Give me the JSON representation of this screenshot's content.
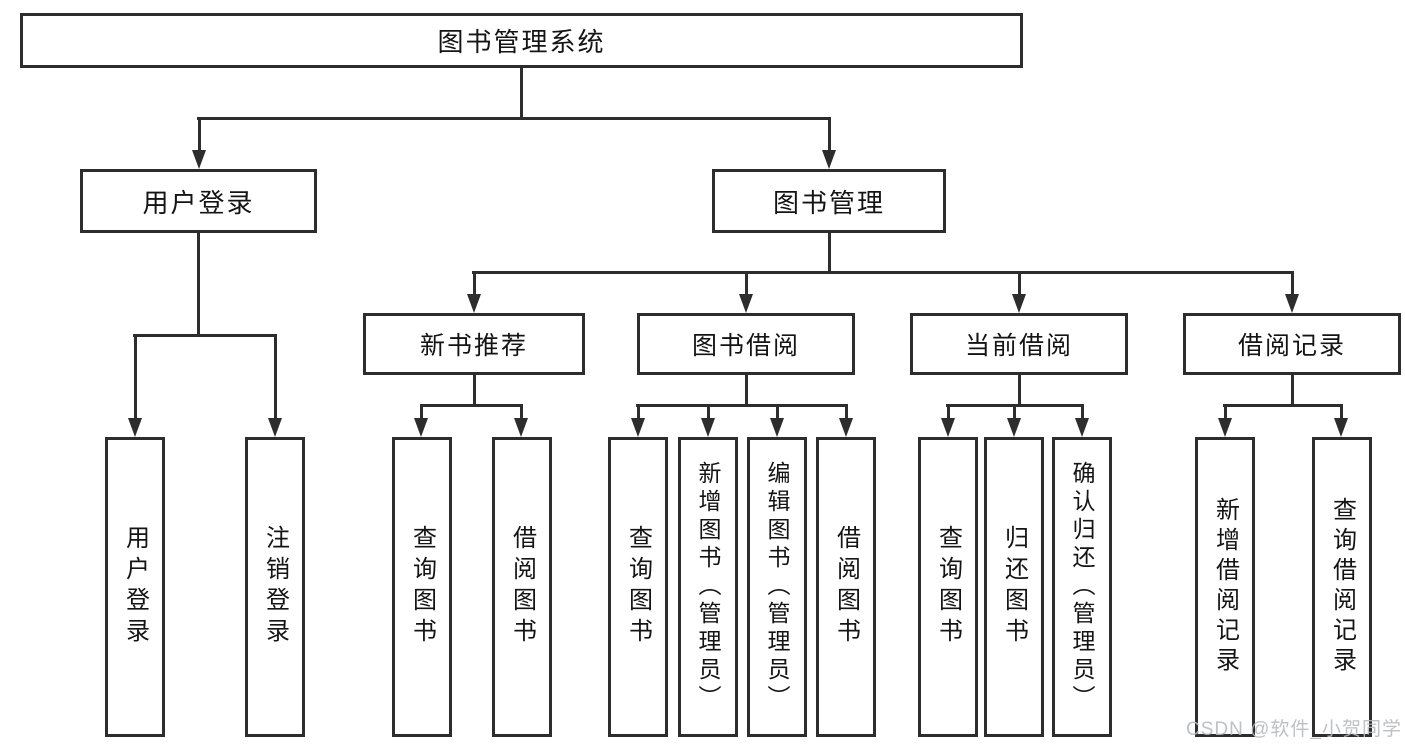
{
  "diagram": {
    "root": {
      "label": "图书管理系统"
    },
    "level2": [
      {
        "label": "用户登录"
      },
      {
        "label": "图书管理"
      }
    ],
    "level3": [
      {
        "label": "新书推荐"
      },
      {
        "label": "图书借阅"
      },
      {
        "label": "当前借阅"
      },
      {
        "label": "借阅记录"
      }
    ],
    "leaves": {
      "login": [
        "用户登录",
        "注销登录"
      ],
      "newbook": [
        "查询图书",
        "借阅图书"
      ],
      "borrow": [
        "查询图书",
        "新增图书（管理员）",
        "编辑图书（管理员）",
        "借阅图书"
      ],
      "current": [
        "查询图书",
        "归还图书",
        "确认归还（管理员）"
      ],
      "records": [
        "新增借阅记录",
        "查询借阅记录"
      ]
    }
  },
  "watermark": {
    "text": "CSDN @软件_小贺同学"
  },
  "colors": {
    "line": "#2d2d2d",
    "text": "#141414",
    "background": "#ffffff",
    "watermark": "#b6babe"
  }
}
